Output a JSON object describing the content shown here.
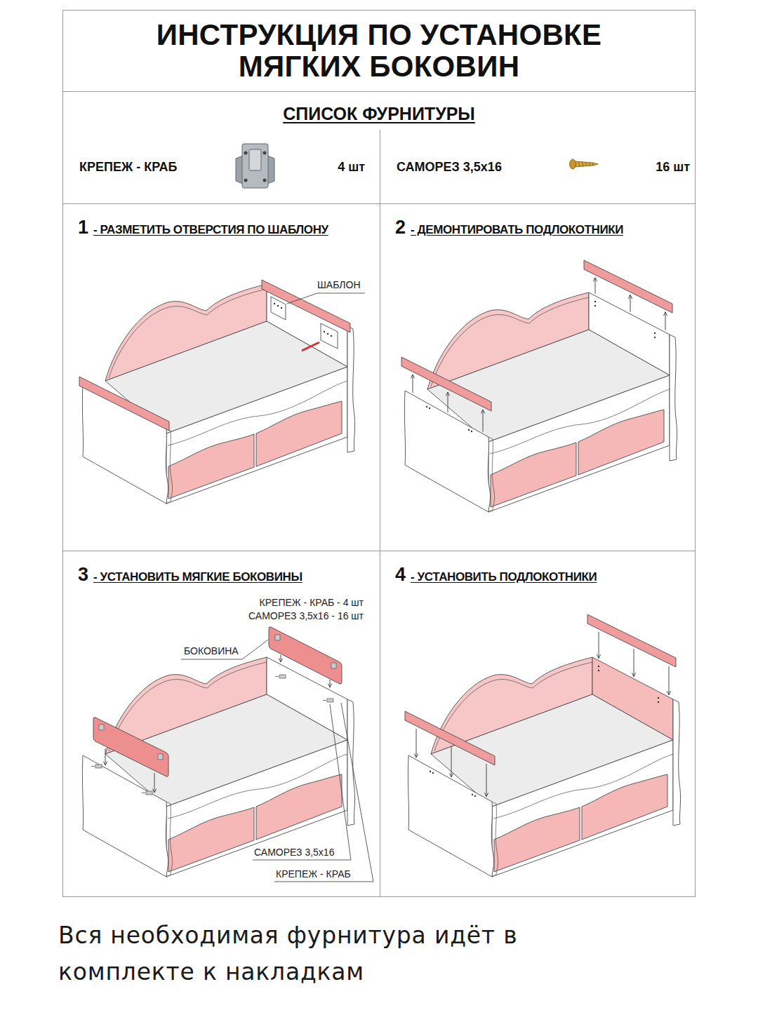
{
  "diagram": {
    "title": "ИНСТРУКЦИЯ ПО УСТАНОВКЕ МЯГКИХ БОКОВИН",
    "caption": "Вся необходимая фурнитура идёт в комплекте к накладкам",
    "nodes": [
      {
        "text": [
          "СПИСОК ФУРНИТУРЫ"
        ]
      },
      {
        "text": [
          "КРЕПЕЖ - КРАБ",
          "4 шт"
        ],
        "in": 0
      },
      {
        "text": [
          "САМОРЕЗ 3,5х16",
          "16 шт"
        ],
        "in": 0
      },
      {
        "text": [
          "1",
          "- РАЗМЕТИТЬ ОТВЕРСТИЯ ПО ШАБЛОНУ"
        ]
      },
      {
        "text": [
          "2",
          "- ДЕМОНТИРОВАТЬ ПОДЛОКОТНИКИ"
        ]
      },
      {
        "text": [
          "3",
          "- УСТАНОВИТЬ МЯГКИЕ БОКОВИНЫ"
        ]
      },
      {
        "text": [
          "4",
          "- УСТАНОВИТЬ ПОДЛОКОТНИКИ"
        ]
      }
    ],
    "labels": [
      "ШАБЛОН",
      "КРЕПЕЖ - КРАБ - 4 шт",
      "САМОРЕЗ 3,5х16 - 16 шт",
      "БОКОВИНА",
      "САМОРЕЗ 3,5х16",
      "КРЕПЕЖ - КРАБ"
    ]
  }
}
